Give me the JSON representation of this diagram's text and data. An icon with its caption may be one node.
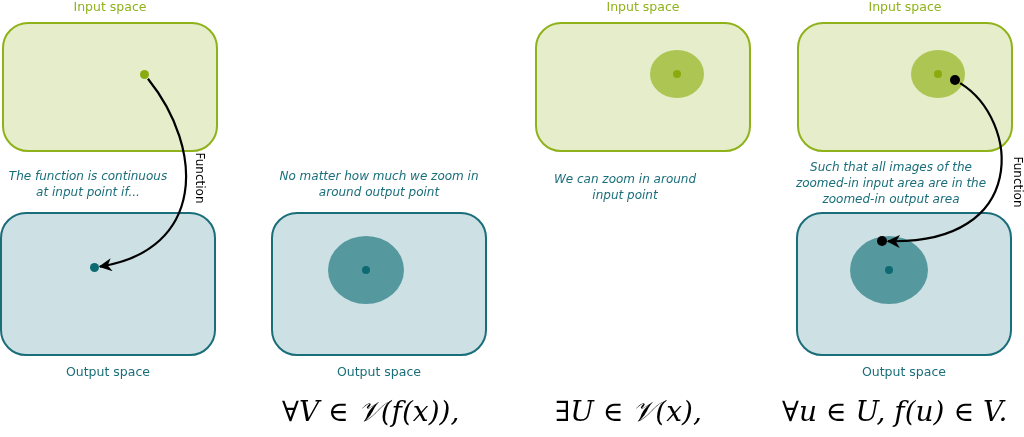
{
  "diagram": {
    "nodes": [
      {
        "text": [
          "Input space"
        ]
      },
      {
        "text": [],
        "shape": "circle",
        "in": 0
      },
      {
        "text": [
          "Output space"
        ]
      },
      {
        "text": [],
        "shape": "circle",
        "in": 2
      },
      {
        "text": [
          "Output space"
        ]
      },
      {
        "text": [],
        "shape": "circle",
        "in": 4
      },
      {
        "text": [],
        "shape": "circle",
        "in": 5
      },
      {
        "text": [
          "Input space"
        ]
      },
      {
        "text": [],
        "shape": "circle",
        "in": 7
      },
      {
        "text": [],
        "shape": "circle",
        "in": 8
      },
      {
        "text": [
          "Input space"
        ]
      },
      {
        "text": [],
        "shape": "circle",
        "in": 10
      },
      {
        "text": [],
        "shape": "circle",
        "in": 11
      },
      {
        "text": [],
        "shape": "circle",
        "in": 11
      },
      {
        "text": [
          "Output space"
        ]
      },
      {
        "text": [],
        "shape": "circle",
        "in": 14
      },
      {
        "text": [],
        "shape": "circle",
        "in": 15
      },
      {
        "text": [],
        "shape": "circle",
        "in": 15
      }
    ],
    "edges": [
      {
        "from": 1,
        "to": 3,
        "arrow": "to",
        "label": "Function"
      },
      {
        "from": 13,
        "to": 17,
        "arrow": "to",
        "label": "Function"
      }
    ],
    "labels": [
      "The function is continuous at input point if...",
      "No matter how much we zoom in around output point",
      "We can zoom in around input point",
      "Such that all images of the zoomed-in input area are in the zoomed-in output area",
      "∀V ∈ 𝒱(f(x)),",
      "∃U ∈ 𝒱(x),",
      "∀u ∈ U, f(u) ∈ V."
    ]
  }
}
